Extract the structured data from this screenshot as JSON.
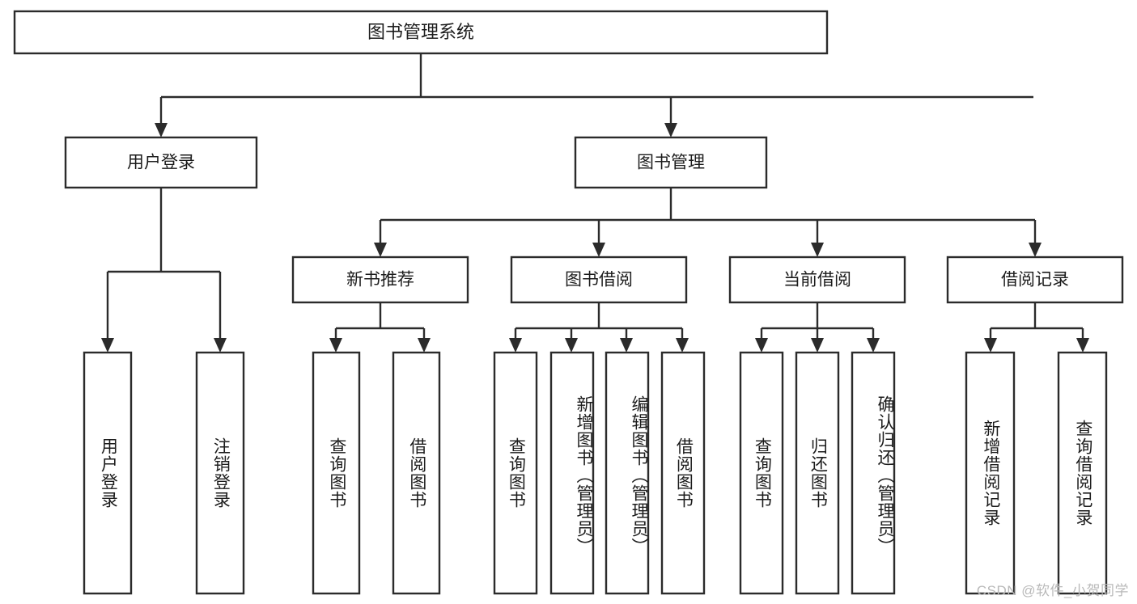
{
  "diagram": {
    "type": "tree-hierarchy",
    "title": "图书管理系统",
    "watermark": "CSDN @软件_小贺同学",
    "colors": {
      "box_stroke": "#2b2b2b",
      "box_fill": "#ffffff",
      "text": "#1c1c1c",
      "background": "#ffffff",
      "watermark": "#b9b9b9"
    },
    "root": {
      "label": "图书管理系统"
    },
    "level2": [
      {
        "id": "user-login",
        "label": "用户登录"
      },
      {
        "id": "book-management",
        "label": "图书管理"
      }
    ],
    "level3": [
      {
        "id": "new-book-recommend",
        "label": "新书推荐",
        "parent": "book-management"
      },
      {
        "id": "book-borrow",
        "label": "图书借阅",
        "parent": "book-management"
      },
      {
        "id": "current-borrow",
        "label": "当前借阅",
        "parent": "book-management"
      },
      {
        "id": "borrow-record",
        "label": "借阅记录",
        "parent": "book-management"
      }
    ],
    "leaves": [
      {
        "id": "leaf-user-login",
        "label": "用户登录",
        "parent": "user-login"
      },
      {
        "id": "leaf-logout-login",
        "label": "注销登录",
        "parent": "user-login"
      },
      {
        "id": "leaf-query-book-1",
        "label": "查询图书",
        "parent": "new-book-recommend"
      },
      {
        "id": "leaf-borrow-book-1",
        "label": "借阅图书",
        "parent": "new-book-recommend"
      },
      {
        "id": "leaf-query-book-2",
        "label": "查询图书",
        "parent": "book-borrow"
      },
      {
        "id": "leaf-add-book",
        "label": "新增图书（管理员）",
        "parent": "book-borrow"
      },
      {
        "id": "leaf-edit-book",
        "label": "编辑图书（管理员）",
        "parent": "book-borrow"
      },
      {
        "id": "leaf-borrow-book-2",
        "label": "借阅图书",
        "parent": "book-borrow"
      },
      {
        "id": "leaf-query-book-3",
        "label": "查询图书",
        "parent": "current-borrow"
      },
      {
        "id": "leaf-return-book",
        "label": "归还图书",
        "parent": "current-borrow"
      },
      {
        "id": "leaf-confirm-return",
        "label": "确认归还（管理员）",
        "parent": "current-borrow"
      },
      {
        "id": "leaf-add-record",
        "label": "新增借阅记录",
        "parent": "borrow-record"
      },
      {
        "id": "leaf-query-record",
        "label": "查询借阅记录",
        "parent": "borrow-record"
      }
    ]
  }
}
